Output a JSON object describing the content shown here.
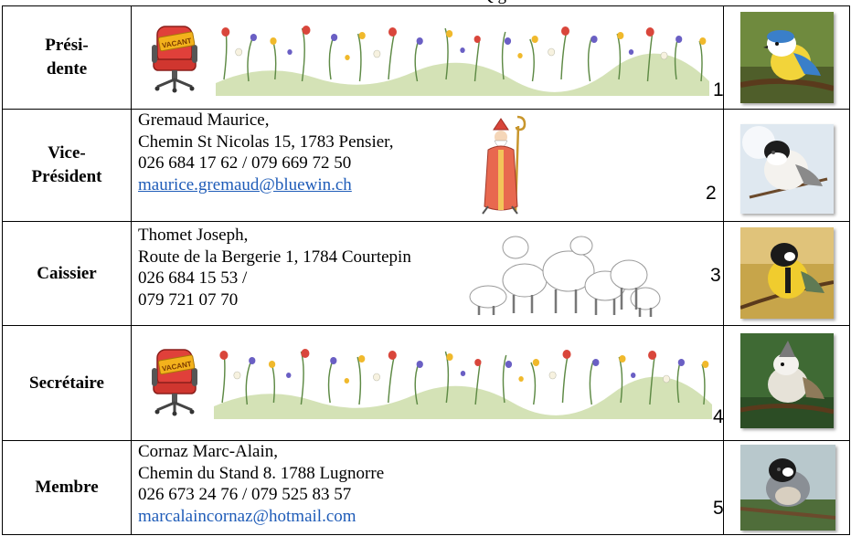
{
  "header_fragment": "Q g",
  "rows": [
    {
      "role": "Prési-\ndente",
      "vacant_badge": "VACANT",
      "number": "1",
      "icons": [
        "vacant-chair-icon",
        "wildflower-strip-icon",
        "blue-tit-icon"
      ]
    },
    {
      "role": "Vice-\nPrésident",
      "name": "Gremaud Maurice,",
      "address": "Chemin St Nicolas 15, 1783 Pensier,",
      "phone": "026 684 17 62 / 079 669 72 50",
      "email": "maurice.gremaud@bluewin.ch",
      "number": "2",
      "icons": [
        "saint-nicolas-icon",
        "marsh-tit-icon"
      ]
    },
    {
      "role": "Caissier",
      "name": "Thomet Joseph,",
      "address": "Route de la Bergerie 1, 1784 Courtepin",
      "phone": "026 684 15 53 /",
      "phone2": "079 721 07 70",
      "number": "3",
      "icons": [
        "sheep-flock-icon",
        "great-tit-icon"
      ]
    },
    {
      "role": "Secrétaire",
      "vacant_badge": "VACANT",
      "number": "4",
      "icons": [
        "vacant-chair-icon",
        "wildflower-strip-icon",
        "crested-tit-icon"
      ]
    },
    {
      "role": "Membre",
      "name": "Cornaz Marc-Alain,",
      "address": "Chemin du Stand 8. 1788 Lugnorre",
      "phone": "026 673 24 76 / 079 525 83 57",
      "email": "marcalaincornaz@hotmail.com",
      "number": "5",
      "icons": [
        "coal-tit-icon"
      ]
    }
  ],
  "colors": {
    "email": "#1f5cb8",
    "chair": "#e0403a",
    "badge": "#f3b21c"
  }
}
